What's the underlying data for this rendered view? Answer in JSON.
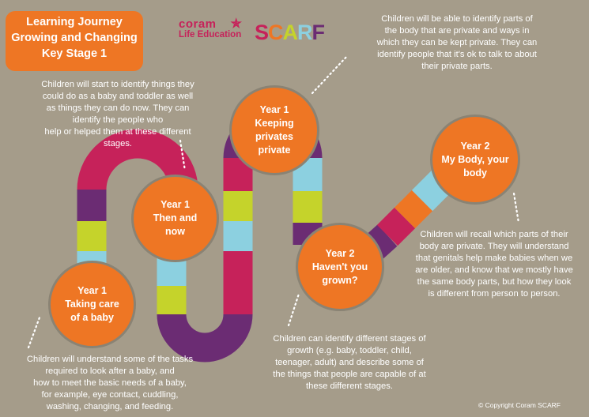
{
  "title": {
    "line1": "Learning Journey",
    "line2": "Growing and Changing",
    "line3": "Key Stage 1"
  },
  "logos": {
    "coram_word": "coram",
    "coram_sub": "Life Education",
    "scarf": [
      "S",
      "C",
      "A",
      "R",
      "F"
    ],
    "scarf_colors": [
      "#c6225a",
      "#ee7624",
      "#c5d32b",
      "#8cd0e0",
      "#6b2c73"
    ]
  },
  "colors": {
    "background": "#a59c8a",
    "orange": "#ee7624",
    "pink": "#c6225a",
    "purple": "#6b2c73",
    "lime": "#c5d32b",
    "blue": "#8cd0e0"
  },
  "steps": [
    {
      "year": "Year 1",
      "title_lines": [
        "Taking care",
        "of a baby"
      ],
      "description": [
        "Children will understand some of the tasks",
        "required to look after a baby, and",
        "how to meet the basic needs of a baby,",
        "for example, eye contact, cuddling,",
        "washing, changing, and feeding."
      ]
    },
    {
      "year": "Year 1",
      "title_lines": [
        "Then and",
        "now"
      ],
      "description": [
        "Children will start to identify things they",
        "could do as a baby and toddler as well",
        "as things they can do now. They can",
        "identify the people who",
        "help or helped them at these different",
        "stages."
      ]
    },
    {
      "year": "Year 1",
      "title_lines": [
        "Keeping",
        "privates",
        "private"
      ],
      "description": [
        "Children will be able to identify parts of",
        "the body that are private and ways in",
        "which they can be kept private. They can",
        "identify people that it's ok to talk to about",
        "their private parts."
      ]
    },
    {
      "year": "Year 2",
      "title_lines": [
        "Haven't you",
        "grown?"
      ],
      "description": [
        "Children can identify different stages of",
        "growth (e.g. baby, toddler, child,",
        "teenager, adult) and describe some of",
        "the things that people are capable of at",
        "these different stages."
      ]
    },
    {
      "year": "Year 2",
      "title_lines": [
        "My Body, your",
        "body"
      ],
      "description": [
        "Children will recall which parts of their",
        "body are private. They will understand",
        "that genitals help make babies when we",
        "are older, and know that we mostly have",
        "the same body parts, but how they look",
        "is different from person to person."
      ]
    }
  ],
  "copyright": "© Copyright Coram SCARF"
}
